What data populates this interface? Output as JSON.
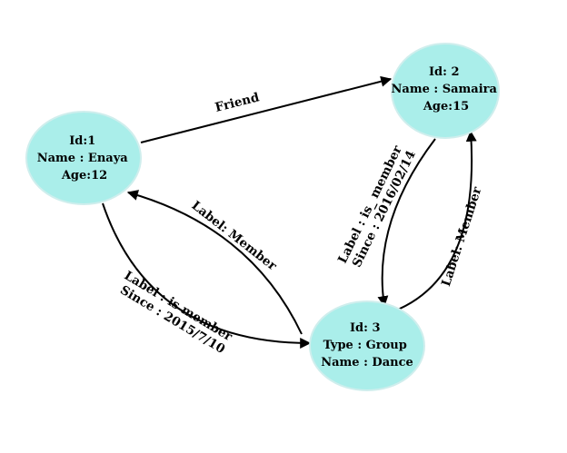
{
  "colors": {
    "node_fill": "#aaeeea",
    "edge": "#000000",
    "background": "#ffffff"
  },
  "nodes": {
    "enaya": {
      "lines": [
        "Id:1",
        "Name : Enaya",
        "Age:12"
      ]
    },
    "samaira": {
      "lines": [
        "Id: 2",
        "Name : Samaira",
        "Age:15"
      ]
    },
    "group": {
      "lines": [
        "Id: 3",
        "Type : Group",
        "Name : Dance"
      ]
    }
  },
  "edges": {
    "friend": {
      "lines": [
        "Friend"
      ]
    },
    "member_enaya": {
      "lines": [
        "Label: Member"
      ]
    },
    "is_member_enaya": {
      "lines": [
        "Label : is member",
        "Since : 2015/7/10"
      ]
    },
    "is_member_samaira": {
      "lines": [
        "Label : is_ member",
        "Since : 2016/02/14"
      ]
    },
    "member_samaira": {
      "lines": [
        "Label: Member"
      ]
    }
  }
}
